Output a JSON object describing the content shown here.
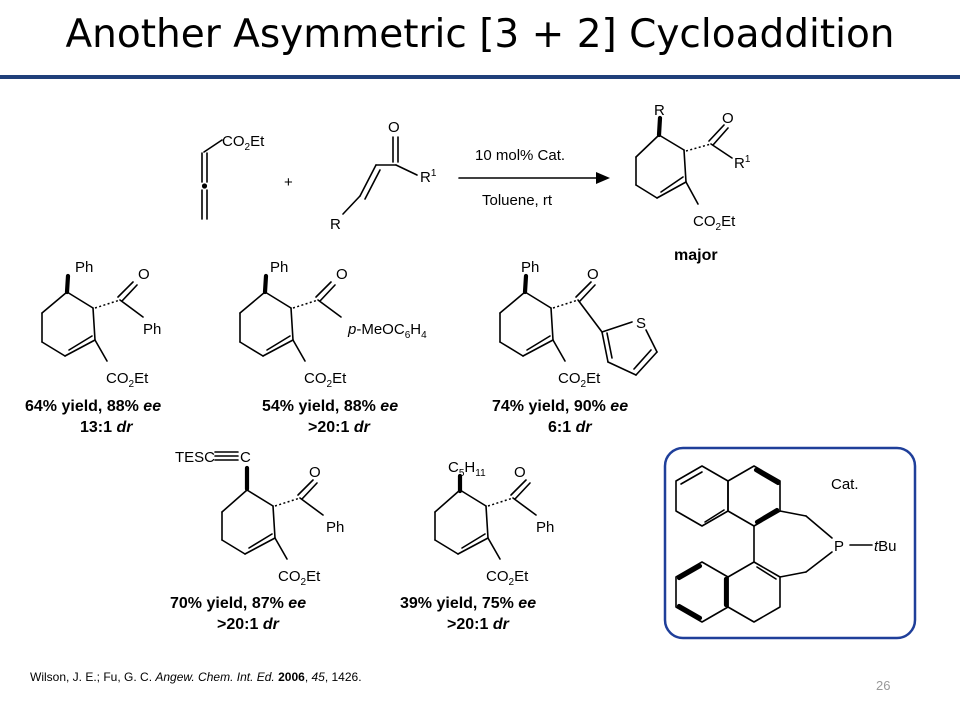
{
  "slide": {
    "title": "Another Asymmetric [3 + 2] Cycloaddition",
    "page_number": "26",
    "accent_color": "#1f3f7a"
  },
  "scheme": {
    "reactant1_label_co2et": "CO2Et",
    "plus": "+",
    "reactant2_O": "O",
    "reactant2_R1": "R1",
    "reactant2_R": "R",
    "condition_above": "10 mol% Cat.",
    "condition_below": "Toluene, rt",
    "product_R": "R",
    "product_O": "O",
    "product_R1": "R1",
    "product_co2et": "CO2Et",
    "product_tag": "major"
  },
  "examples": [
    {
      "substituent": "Ph",
      "acyl": "Ph",
      "yield_ee": "64% yield, 88% ee",
      "dr": "13:1 dr"
    },
    {
      "substituent": "Ph",
      "acyl": "p-MeOC6H4",
      "yield_ee": "54% yield, 88% ee",
      "dr": ">20:1 dr"
    },
    {
      "substituent": "Ph",
      "acyl": "2-thienyl",
      "yield_ee": "74% yield, 90% ee",
      "dr": "6:1 dr"
    },
    {
      "substituent": "TESC≡C",
      "acyl": "Ph",
      "yield_ee": "70% yield, 87% ee",
      "dr": ">20:1 dr"
    },
    {
      "substituent": "C5H11",
      "acyl": "Ph",
      "yield_ee": "39% yield, 75% ee",
      "dr": ">20:1 dr"
    }
  ],
  "catalyst": {
    "label": "Cat.",
    "P": "P",
    "tBu": "tBu"
  },
  "citation": {
    "authors": "Wilson, J. E.; Fu, G. C. ",
    "journal": "Angew. Chem. Int. Ed.",
    "year": "2006",
    "volume": "45",
    "pages": ", 1426."
  }
}
